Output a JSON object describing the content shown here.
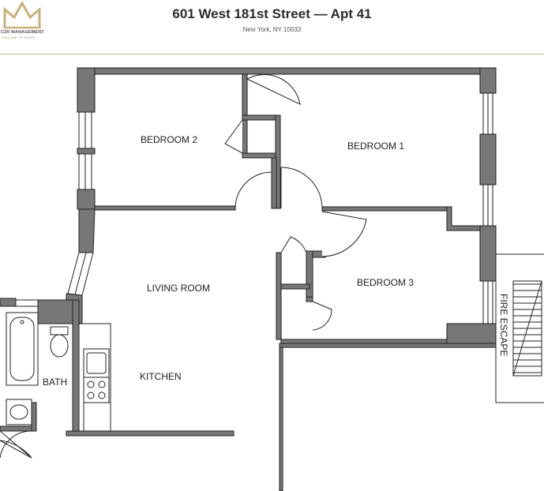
{
  "header": {
    "title": "601 West 181st Street  —  Apt 41",
    "subtitle": "New York, NY 10033"
  },
  "logo": {
    "name": "C2R MANAGEMENT",
    "tagline": "CELLAR TO ROOF",
    "color": "#c9b27a"
  },
  "rooms": {
    "bedroom2": "BEDROOM 2",
    "bedroom1": "BEDROOM 1",
    "bedroom3": "BEDROOM 3",
    "living": "LIVING ROOM",
    "kitchen": "KITCHEN",
    "bath": "BATH",
    "fire_escape": "FIRE ESCAPE"
  },
  "colors": {
    "wall": "#777777",
    "line": "#222222",
    "accent_rule": "#c8b98f"
  }
}
